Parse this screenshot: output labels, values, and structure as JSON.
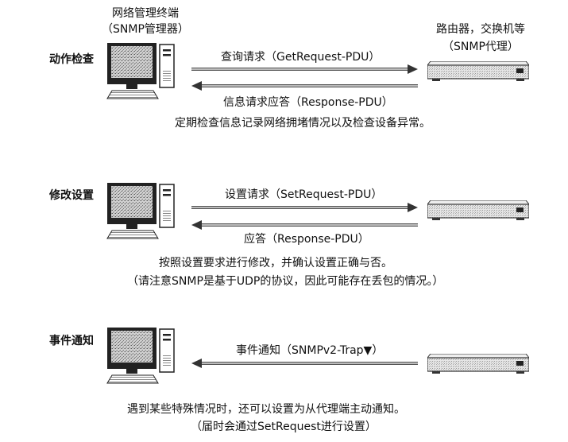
{
  "manager": {
    "title_line1": "网络管理终端",
    "title_line2": "（SNMP管理器）"
  },
  "agent": {
    "title_line1": "路由器，交换机等",
    "title_line2": "（SNMP代理）"
  },
  "sections": [
    {
      "label": "动作检查",
      "messages": [
        {
          "text": "查询请求（GetRequest-PDU）",
          "direction": "manager-to-agent"
        },
        {
          "text": "信息请求应答（Response-PDU）",
          "direction": "agent-to-manager"
        }
      ],
      "notes": [
        "定期检查信息记录网络拥堵情况以及检查设备异常。"
      ]
    },
    {
      "label": "修改设置",
      "messages": [
        {
          "text": "设置请求（SetRequest-PDU）",
          "direction": "manager-to-agent"
        },
        {
          "text": "应答（Response-PDU）",
          "direction": "agent-to-manager"
        }
      ],
      "notes": [
        "按照设置要求进行修改，并确认设置正确与否。",
        "（请注意SNMP是基于UDP的协议，因此可能存在丢包的情况。）"
      ]
    },
    {
      "label": "事件通知",
      "messages": [
        {
          "text": "事件通知（SNMPv2-Trap▼）",
          "direction": "agent-to-manager"
        }
      ],
      "notes": [
        "遇到某些特殊情况时，还可以设置为从代理端主动通知。",
        "（届时会通过SetRequest进行设置）"
      ]
    }
  ]
}
